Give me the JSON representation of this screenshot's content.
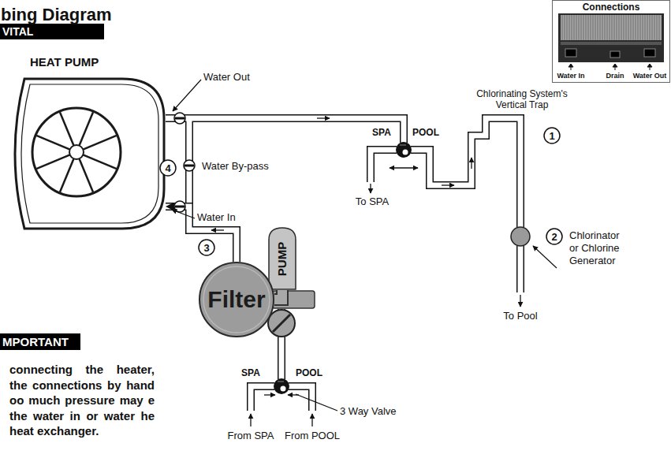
{
  "diagram": {
    "title": "bing Diagram",
    "nodes": [
      {
        "text": [
          "VITAL"
        ]
      },
      {
        "text": [
          "Connections",
          "Water In",
          "Drain",
          "Water Out"
        ]
      },
      {
        "text": [
          "HEAT PUMP"
        ]
      },
      {
        "text": [
          "4"
        ]
      },
      {
        "text": [
          "PUMP"
        ]
      },
      {
        "text": [
          "3"
        ]
      },
      {
        "text": [
          "Filter"
        ]
      },
      {
        "text": [
          "1"
        ]
      },
      {
        "text": [
          "2"
        ]
      },
      {
        "text": [
          "MPORTANT"
        ]
      }
    ],
    "edges": [
      {
        "from": 6,
        "to": 2,
        "arrow": "to"
      },
      {
        "from": 4,
        "to": 6,
        "arrow": "none"
      }
    ],
    "labels": [
      "Water Out",
      "Water By-pass",
      "Water In",
      "Chlorinating System's Vertical Trap",
      "SPA",
      "POOL",
      "To SPA",
      "Chlorinator or Chlorine Generator",
      "To Pool",
      "SPA",
      "POOL",
      "3 Way Valve",
      "From SPA",
      "From POOL",
      "connecting the heater, the connections by hand oo much pressure may e the water in or water he heat exchanger."
    ]
  }
}
